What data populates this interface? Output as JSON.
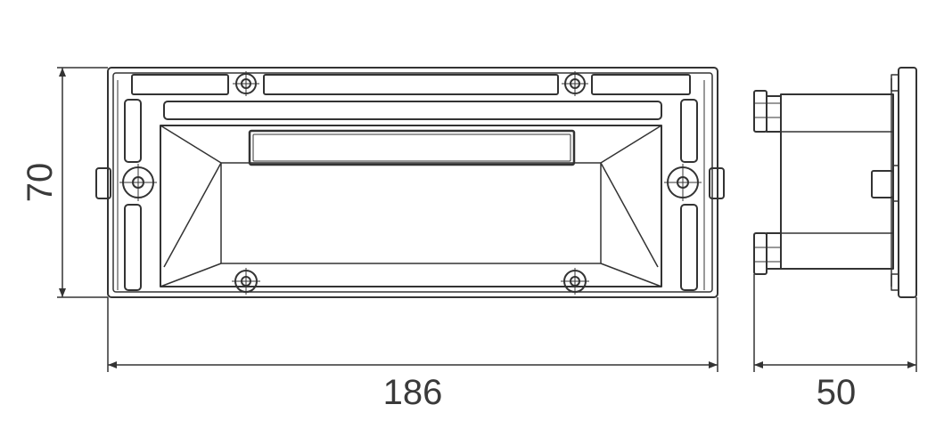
{
  "drawing": {
    "stroke_color": "#333333",
    "background": "#ffffff",
    "dimensions": {
      "height": "70",
      "width": "186",
      "depth": "50"
    },
    "views": [
      "front-view",
      "side-view"
    ]
  }
}
